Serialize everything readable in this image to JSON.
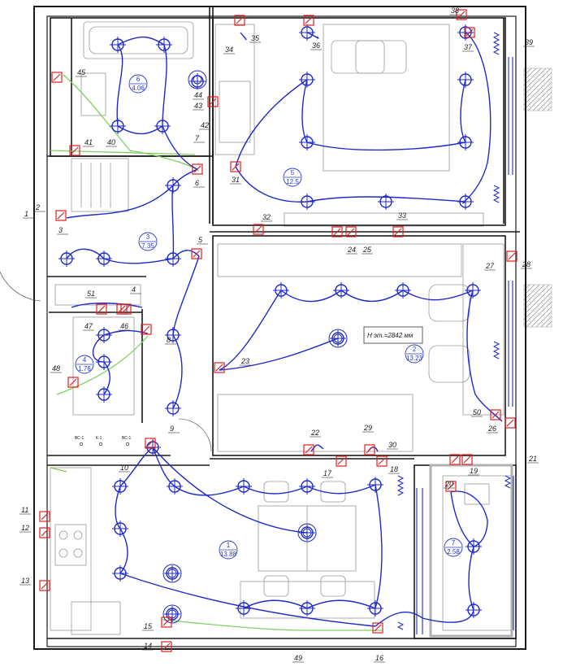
{
  "plan": {
    "height_note": "H эт.=2842 мм",
    "colors": {
      "wall": "#1a1a1a",
      "furniture": "#9a9a9a",
      "wiring": "#1f2ac8",
      "device": "#e02020",
      "ground": "#7fd060",
      "tile": "#bbbbbb"
    },
    "rooms": [
      {
        "id": "room-1",
        "number": "1",
        "area": "13.88"
      },
      {
        "id": "room-2",
        "number": "2",
        "area": "13.23"
      },
      {
        "id": "room-3",
        "number": "3",
        "area": "7.35"
      },
      {
        "id": "room-4",
        "number": "4",
        "area": "1.76"
      },
      {
        "id": "room-5",
        "number": "5",
        "area": "12.5"
      },
      {
        "id": "room-6",
        "number": "6",
        "area": "4.06"
      },
      {
        "id": "room-7",
        "number": "7",
        "area": "2.58"
      }
    ],
    "markers": [
      "1",
      "2",
      "3",
      "4",
      "5",
      "6",
      "7",
      "8",
      "9",
      "10",
      "11",
      "12",
      "13",
      "14",
      "15",
      "16",
      "17",
      "18",
      "19",
      "20",
      "21",
      "22",
      "23",
      "24",
      "25",
      "26",
      "27",
      "28",
      "29",
      "30",
      "31",
      "32",
      "33",
      "34",
      "35",
      "36",
      "37",
      "38",
      "39",
      "40",
      "41",
      "42",
      "43",
      "44",
      "45",
      "46",
      "47",
      "48",
      "49",
      "50",
      "51"
    ],
    "panel_labels": [
      "ВС-1",
      "К-1",
      "ВС-1"
    ]
  }
}
